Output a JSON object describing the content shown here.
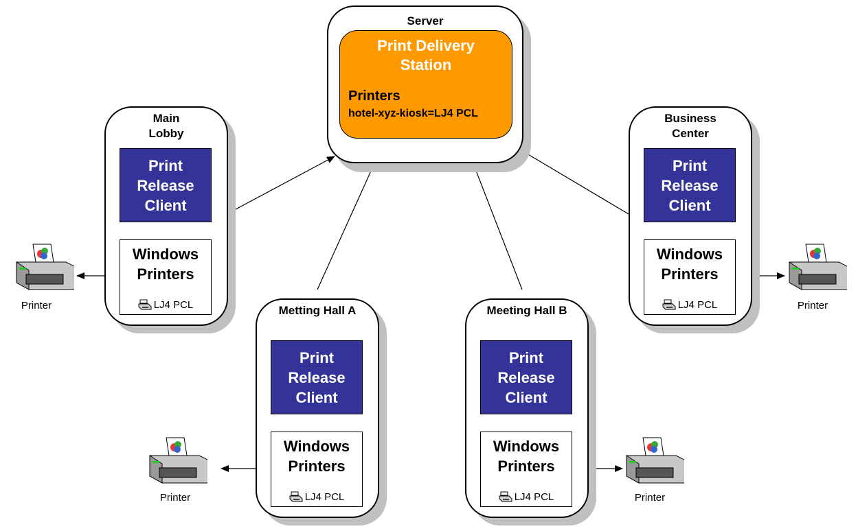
{
  "server": {
    "title": "Server",
    "station_title": "Print Delivery Station",
    "printers_heading": "Printers",
    "printer_mapping": "hotel-xyz-kiosk=LJ4 PCL"
  },
  "locations": [
    {
      "title": "Main Lobby",
      "client": "Print Release Client",
      "windows": "Windows Printers",
      "driver": "LJ4 PCL",
      "printer_label": "Printer"
    },
    {
      "title": "Business Center",
      "client": "Print Release Client",
      "windows": "Windows Printers",
      "driver": "LJ4 PCL",
      "printer_label": "Printer"
    },
    {
      "title": "Metting Hall A",
      "client": "Print Release Client",
      "windows": "Windows Printers",
      "driver": "LJ4 PCL",
      "printer_label": "Printer"
    },
    {
      "title": "Meeting Hall B",
      "client": "Print Release Client",
      "windows": "Windows Printers",
      "driver": "LJ4 PCL",
      "printer_label": "Printer"
    }
  ],
  "colors": {
    "station_fill": "#ff9900",
    "client_fill": "#333399",
    "shadow": "#c0c0c0"
  },
  "icons": [
    "printer-device-icon",
    "printer-driver-icon"
  ]
}
